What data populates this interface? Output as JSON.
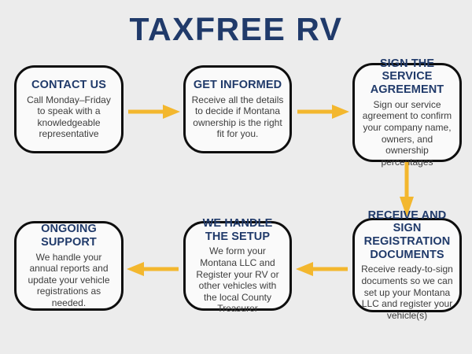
{
  "title": "TAXFREE RV",
  "steps": [
    {
      "id": "contact-us",
      "title": "CONTACT US",
      "body": "Call Monday–Friday to speak with a knowledgeable representative"
    },
    {
      "id": "get-informed",
      "title": "GET INFORMED",
      "body": "Receive all the details to decide if Montana ownership is the right fit for you."
    },
    {
      "id": "sign-the-service-agreement",
      "title": "SIGN THE SERVICE AGREEMENT",
      "body": "Sign our service agreement to confirm your company name, owners, and ownership percentages"
    },
    {
      "id": "receive-and-sign-registration-documents",
      "title": "RECEIVE AND SIGN REGISTRATION DOCUMENTS",
      "body": "Receive ready-to-sign documents so we can set up your Montana LLC and register your vehicle(s)"
    },
    {
      "id": "we-handle-the-setup",
      "title": "WE HANDLE THE SETUP",
      "body": "We form your Montana LLC and Register your RV or other vehicles with the local County Treasurer"
    },
    {
      "id": "ongoing-support",
      "title": "ONGOING SUPPORT",
      "body": "We handle your annual reports and update your vehicle registrations as needed."
    }
  ],
  "colors": {
    "navy": "#203A6A",
    "arrow": "#F3B72E",
    "bg": "#ECECEC",
    "boxfill": "#FAFAFA",
    "line": "#0E0E0E",
    "body": "#3D3D3D"
  }
}
